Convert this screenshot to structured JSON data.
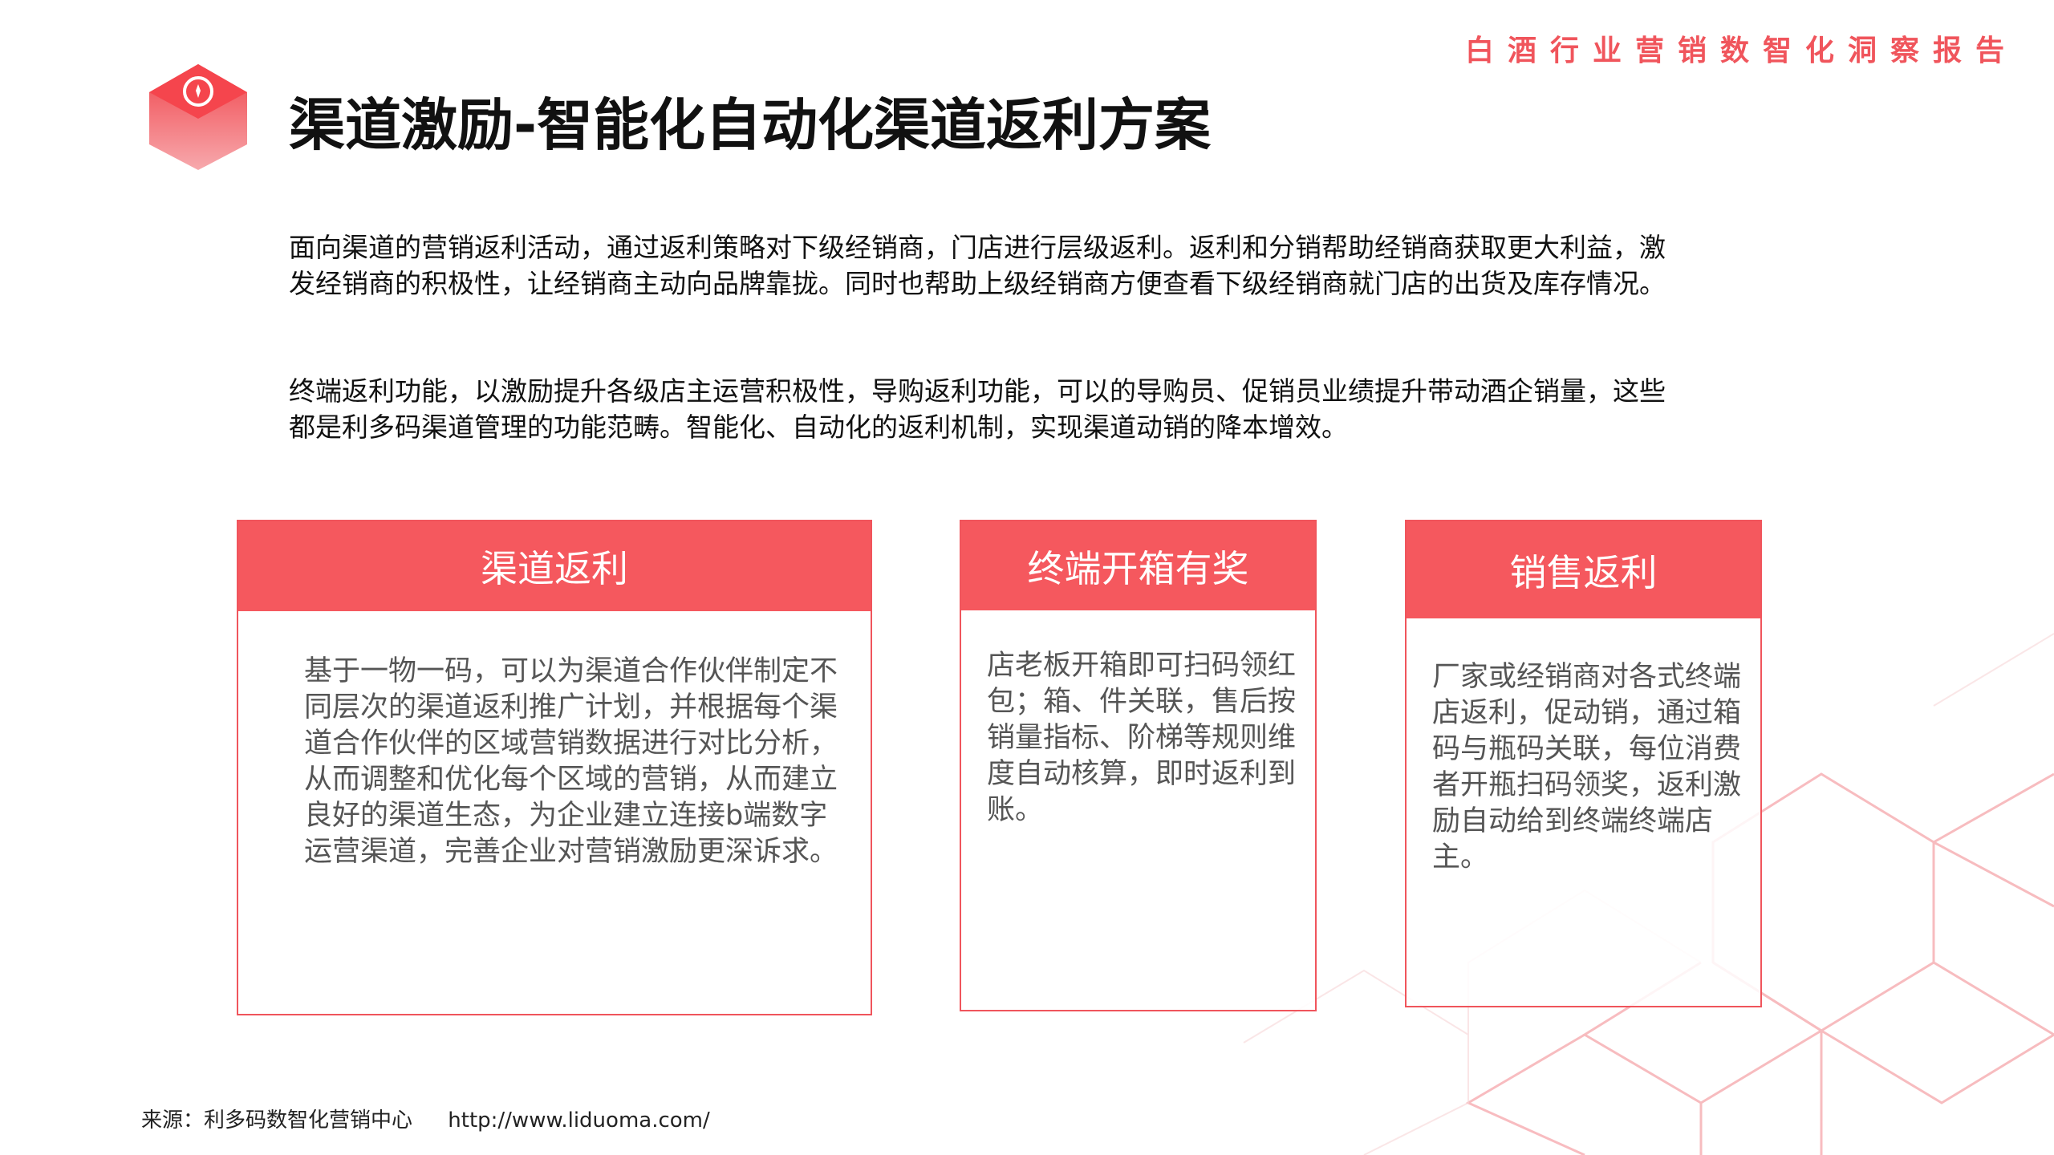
{
  "header": {
    "report_title": "白酒行业营销数智化洞察报告"
  },
  "page": {
    "title": "渠道激励-智能化自动化渠道返利方案"
  },
  "intro": {
    "paragraph1": "面向渠道的营销返利活动，通过返利策略对下级经销商，门店进行层级返利。返利和分销帮助经销商获取更大利益，激发经销商的积极性，让经销商主动向品牌靠拢。同时也帮助上级经销商方便查看下级经销商就门店的出货及库存情况。",
    "paragraph2": "终端返利功能，以激励提升各级店主运营积极性，导购返利功能，可以的导购员、促销员业绩提升带动酒企销量，这些都是利多码渠道管理的功能范畴。智能化、自动化的返利机制，实现渠道动销的降本增效。"
  },
  "cards": [
    {
      "title": "渠道返利",
      "body": "基于一物一码，可以为渠道合作伙伴制定不同层次的渠道返利推广计划，并根据每个渠道合作伙伴的区域营销数据进行对比分析，从而调整和优化每个区域的营销，从而建立良好的渠道生态，为企业建立连接b端数字运营渠道，完善企业对营销激励更深诉求。"
    },
    {
      "title": "终端开箱有奖",
      "body": "店老板开箱即可扫码领红包；箱、件关联，售后按销量指标、阶梯等规则维度自动核算，即时返利到账。"
    },
    {
      "title": "销售返利",
      "body": "厂家或经销商对各式终端店返利，促动销，通过箱码与瓶码关联，每位消费者开瓶扫码领奖，返利激励自动给到终端终端店主。"
    }
  ],
  "footer": {
    "source": "来源：利多码数智化营销中心",
    "url": "http://www.liduoma.com/"
  },
  "colors": {
    "accent": "#f5585e",
    "border": "#f0555c"
  }
}
